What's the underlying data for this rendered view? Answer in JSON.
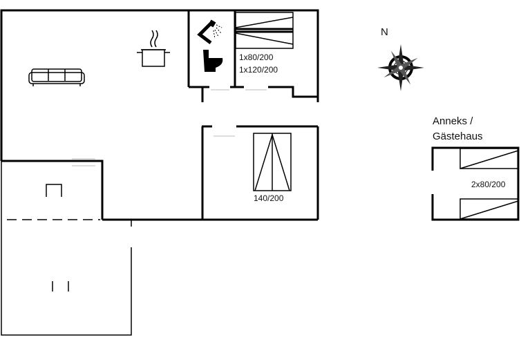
{
  "plan": {
    "bed_labels": {
      "room1_line1": "1x80/200",
      "room1_line2": "1x120/200",
      "room2": "140/200",
      "annex": "2x80/200"
    },
    "annex_title_line1": "Anneks /",
    "annex_title_line2": "Gästehaus",
    "compass_label": "N",
    "icons": [
      "sofa-icon",
      "cooking-pot-icon",
      "shower-icon",
      "toilet-icon",
      "compass-rose-icon"
    ]
  }
}
